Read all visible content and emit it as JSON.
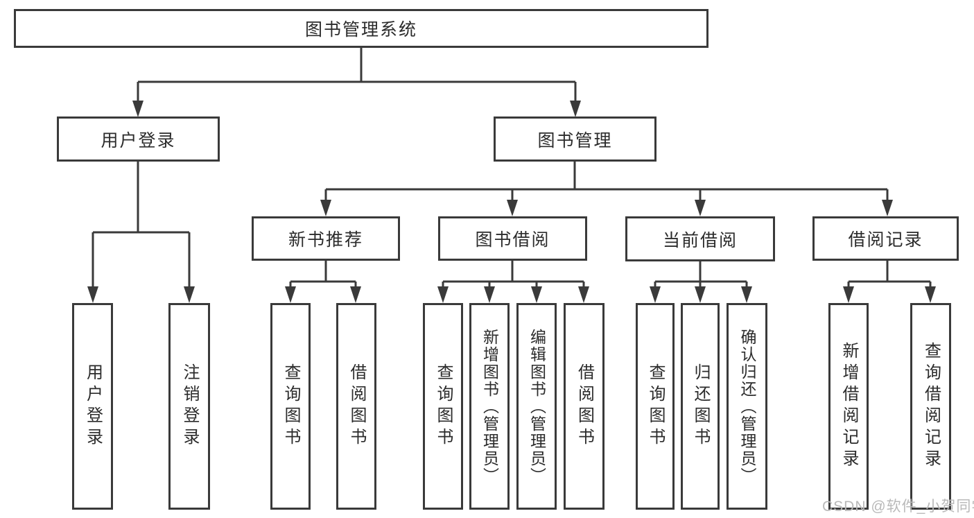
{
  "page": {
    "watermark": "CSDN @软件_小贺同学"
  },
  "diagram": {
    "root": {
      "label": "图书管理系统"
    },
    "branches": [
      {
        "label": "用户登录",
        "children": [
          {
            "label": "用户登录"
          },
          {
            "label": "注销登录"
          }
        ]
      },
      {
        "label": "图书管理",
        "groups": [
          {
            "label": "新书推荐",
            "children": [
              {
                "label": "查询图书"
              },
              {
                "label": "借阅图书"
              }
            ]
          },
          {
            "label": "图书借阅",
            "children": [
              {
                "label": "查询图书"
              },
              {
                "label": "新增图书（管理员）"
              },
              {
                "label": "编辑图书（管理员）"
              },
              {
                "label": "借阅图书"
              }
            ]
          },
          {
            "label": "当前借阅",
            "children": [
              {
                "label": "查询图书"
              },
              {
                "label": "归还图书"
              },
              {
                "label": "确认归还（管理员）"
              }
            ]
          },
          {
            "label": "借阅记录",
            "children": [
              {
                "label": "新增借阅记录"
              },
              {
                "label": "查询借阅记录"
              }
            ]
          }
        ]
      }
    ]
  }
}
